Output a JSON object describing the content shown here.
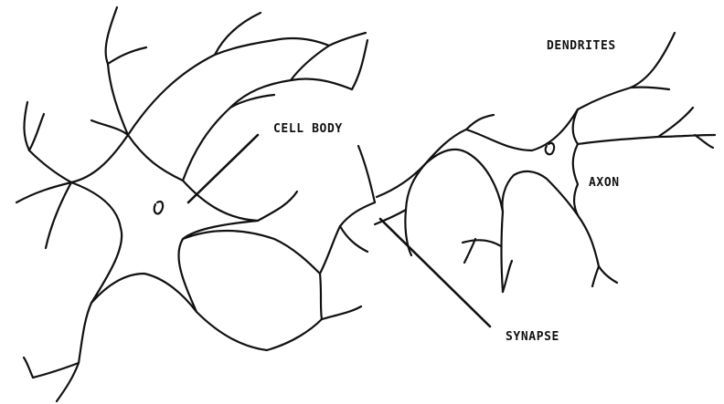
{
  "labels": {
    "dendrites": "DENDRITES",
    "cell_body": "CELL BODY",
    "axon": "AXON",
    "synapse": "SYNAPSE"
  },
  "colors": {
    "line": "#111111",
    "background": "#ffffff"
  }
}
